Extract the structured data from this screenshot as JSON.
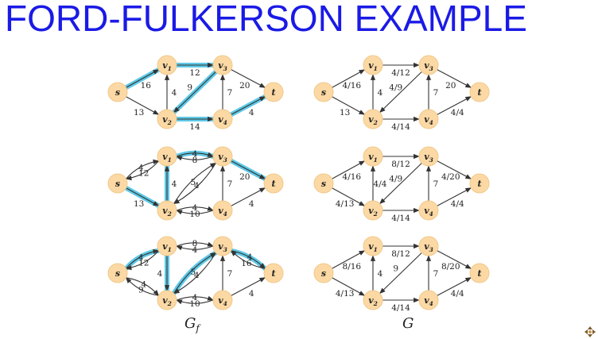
{
  "title": "FORD-FULKERSON EXAMPLE",
  "captions": {
    "left": "Gf",
    "right": "G"
  },
  "colors": {
    "title": "#1a1ae6",
    "node": "#fcd9a4",
    "highlight": "#5ec8e6",
    "edge": "#333333"
  },
  "icons": {
    "nav": "navigation-arrows-icon"
  },
  "graphs": [
    {
      "name": "residual-1",
      "nodes": [
        "s",
        "v1",
        "v2",
        "v3",
        "v4",
        "t"
      ],
      "edges": [
        {
          "from": "s",
          "to": "v1",
          "label": "16",
          "hl": true
        },
        {
          "from": "s",
          "to": "v2",
          "label": "13"
        },
        {
          "from": "v1",
          "to": "v3",
          "label": "12",
          "hl": true
        },
        {
          "from": "v2",
          "to": "v1",
          "label": "4"
        },
        {
          "from": "v3",
          "to": "v2",
          "label": "9",
          "hl": true
        },
        {
          "from": "v2",
          "to": "v4",
          "label": "14",
          "hl": true
        },
        {
          "from": "v4",
          "to": "v3",
          "label": "7"
        },
        {
          "from": "v3",
          "to": "t",
          "label": "20"
        },
        {
          "from": "v4",
          "to": "t",
          "label": "4",
          "hl": true
        }
      ]
    },
    {
      "name": "flow-1",
      "nodes": [
        "s",
        "v1",
        "v2",
        "v3",
        "v4",
        "t"
      ],
      "edges": [
        {
          "from": "s",
          "to": "v1",
          "label": "4/16"
        },
        {
          "from": "s",
          "to": "v2",
          "label": "13"
        },
        {
          "from": "v1",
          "to": "v3",
          "label": "4/12"
        },
        {
          "from": "v2",
          "to": "v1",
          "label": "4"
        },
        {
          "from": "v3",
          "to": "v2",
          "label": "4/9"
        },
        {
          "from": "v2",
          "to": "v4",
          "label": "4/14"
        },
        {
          "from": "v4",
          "to": "v3",
          "label": "7"
        },
        {
          "from": "v3",
          "to": "t",
          "label": "20"
        },
        {
          "from": "v4",
          "to": "t",
          "label": "4/4"
        }
      ]
    },
    {
      "name": "residual-2",
      "nodes": [
        "s",
        "v1",
        "v2",
        "v3",
        "v4",
        "t"
      ],
      "edges": [
        {
          "from": "s",
          "to": "v1",
          "label": "12",
          "curve": -0.12
        },
        {
          "from": "v1",
          "to": "s",
          "label": "4",
          "curve": -0.12
        },
        {
          "from": "s",
          "to": "v2",
          "label": "13",
          "hl": true
        },
        {
          "from": "v1",
          "to": "v3",
          "label": "8",
          "curve": -0.12,
          "hl": true
        },
        {
          "from": "v3",
          "to": "v1",
          "label": "4",
          "curve": -0.12
        },
        {
          "from": "v2",
          "to": "v1",
          "label": "4",
          "hl": true
        },
        {
          "from": "v2",
          "to": "v3",
          "label": "4",
          "curve": -0.1
        },
        {
          "from": "v3",
          "to": "v2",
          "label": "5",
          "curve": -0.1
        },
        {
          "from": "v2",
          "to": "v4",
          "label": "10",
          "curve": -0.12
        },
        {
          "from": "v4",
          "to": "v2",
          "label": "4",
          "curve": -0.12
        },
        {
          "from": "v4",
          "to": "v3",
          "label": "7"
        },
        {
          "from": "v3",
          "to": "t",
          "label": "20",
          "hl": true
        },
        {
          "from": "v4",
          "to": "t",
          "label": "4"
        }
      ]
    },
    {
      "name": "flow-2",
      "nodes": [
        "s",
        "v1",
        "v2",
        "v3",
        "v4",
        "t"
      ],
      "edges": [
        {
          "from": "s",
          "to": "v1",
          "label": "4/16"
        },
        {
          "from": "s",
          "to": "v2",
          "label": "4/13"
        },
        {
          "from": "v1",
          "to": "v3",
          "label": "8/12"
        },
        {
          "from": "v2",
          "to": "v1",
          "label": "4/4"
        },
        {
          "from": "v3",
          "to": "v2",
          "label": "4/9"
        },
        {
          "from": "v2",
          "to": "v4",
          "label": "4/14"
        },
        {
          "from": "v4",
          "to": "v3",
          "label": "7"
        },
        {
          "from": "v3",
          "to": "t",
          "label": "4/20"
        },
        {
          "from": "v4",
          "to": "t",
          "label": "4/4"
        }
      ]
    },
    {
      "name": "residual-3",
      "nodes": [
        "s",
        "v1",
        "v2",
        "v3",
        "v4",
        "t"
      ],
      "edges": [
        {
          "from": "s",
          "to": "v1",
          "label": "12",
          "curve": -0.12,
          "hl": true
        },
        {
          "from": "v1",
          "to": "s",
          "label": "4",
          "curve": -0.12
        },
        {
          "from": "s",
          "to": "v2",
          "label": "9",
          "curve": -0.12
        },
        {
          "from": "v2",
          "to": "s",
          "label": "4",
          "curve": -0.12
        },
        {
          "from": "v1",
          "to": "v3",
          "label": "4",
          "curve": -0.12
        },
        {
          "from": "v3",
          "to": "v1",
          "label": "8",
          "curve": -0.12
        },
        {
          "from": "v1",
          "to": "v2",
          "label": "4",
          "hl": true
        },
        {
          "from": "v2",
          "to": "v3",
          "label": "4",
          "curve": -0.1,
          "hl": true
        },
        {
          "from": "v3",
          "to": "v2",
          "label": "5",
          "curve": -0.1
        },
        {
          "from": "v2",
          "to": "v4",
          "label": "10",
          "curve": -0.12
        },
        {
          "from": "v4",
          "to": "v2",
          "label": "4",
          "curve": -0.12
        },
        {
          "from": "v4",
          "to": "v3",
          "label": "7"
        },
        {
          "from": "v3",
          "to": "t",
          "label": "16",
          "curve": -0.1,
          "hl": true
        },
        {
          "from": "t",
          "to": "v3",
          "label": "4",
          "curve": -0.1
        },
        {
          "from": "v4",
          "to": "t",
          "label": "4"
        }
      ]
    },
    {
      "name": "flow-3",
      "nodes": [
        "s",
        "v1",
        "v2",
        "v3",
        "v4",
        "t"
      ],
      "edges": [
        {
          "from": "s",
          "to": "v1",
          "label": "8/16"
        },
        {
          "from": "s",
          "to": "v2",
          "label": "4/13"
        },
        {
          "from": "v1",
          "to": "v3",
          "label": "8/12"
        },
        {
          "from": "v2",
          "to": "v1",
          "label": "4"
        },
        {
          "from": "v3",
          "to": "v2",
          "label": "9"
        },
        {
          "from": "v2",
          "to": "v4",
          "label": "4/14"
        },
        {
          "from": "v4",
          "to": "v3",
          "label": "7"
        },
        {
          "from": "v3",
          "to": "t",
          "label": "8/20"
        },
        {
          "from": "v4",
          "to": "t",
          "label": "4/4"
        }
      ]
    }
  ]
}
